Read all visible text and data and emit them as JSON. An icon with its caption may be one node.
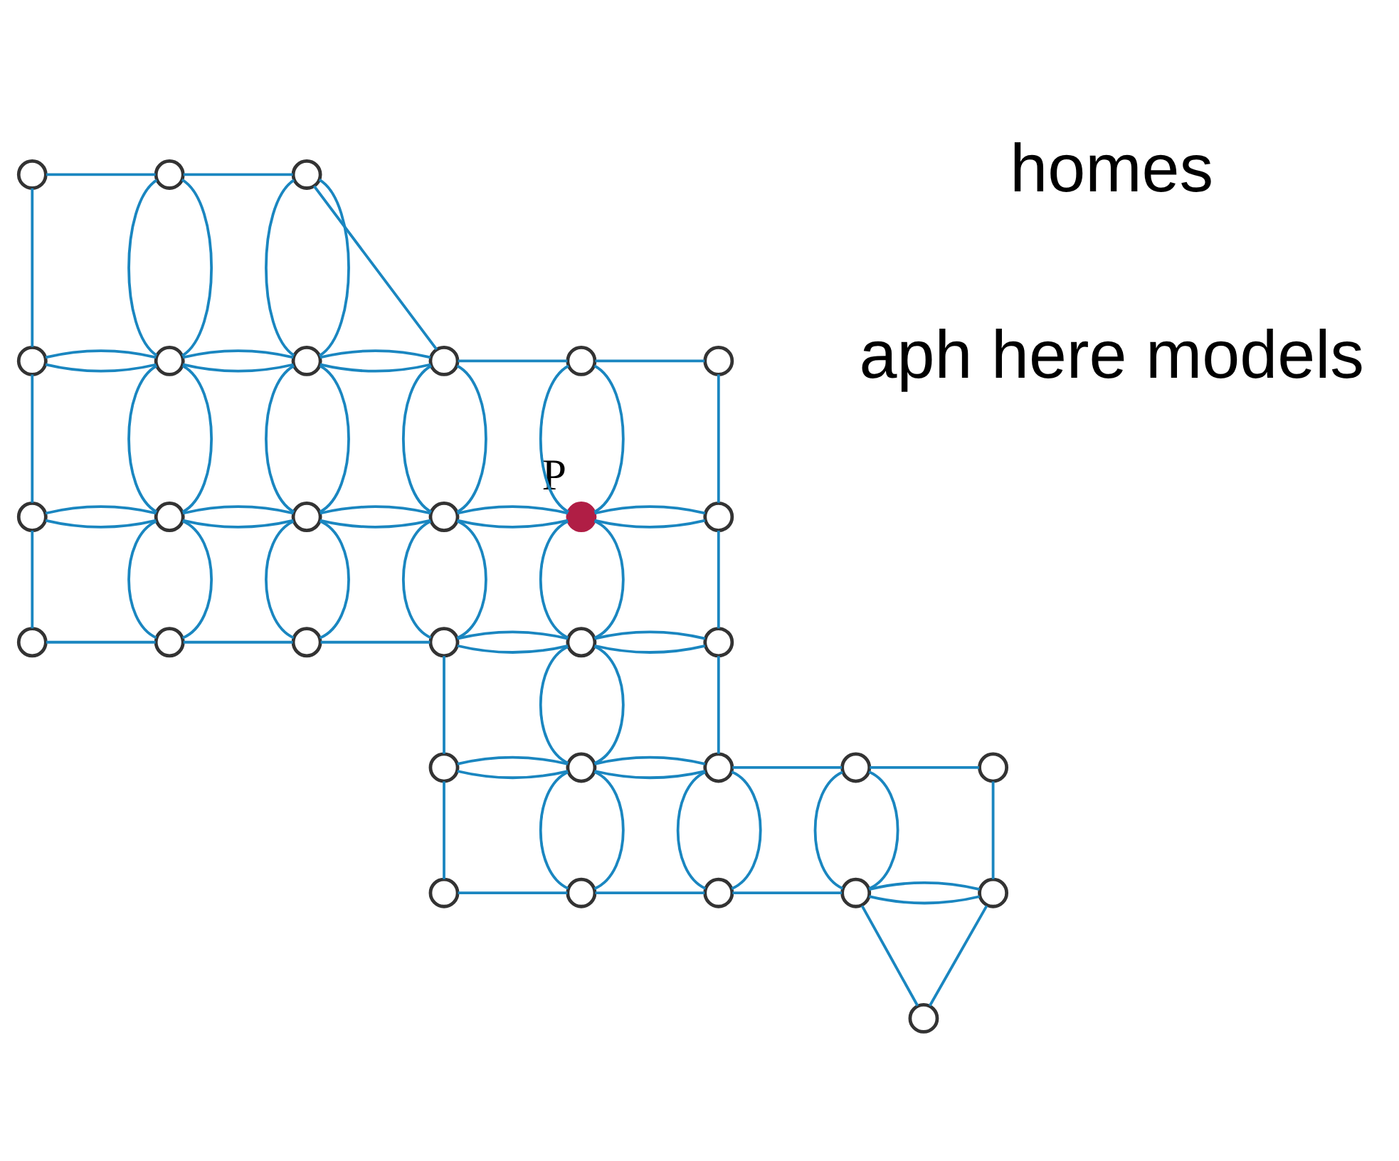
{
  "diagram": {
    "nodes": [
      {
        "text": [],
        "shape": "circle"
      },
      {
        "text": [],
        "shape": "circle"
      },
      {
        "text": [],
        "shape": "circle"
      },
      {
        "text": [],
        "shape": "circle"
      },
      {
        "text": [],
        "shape": "circle"
      },
      {
        "text": [],
        "shape": "circle"
      },
      {
        "text": [],
        "shape": "circle"
      },
      {
        "text": [],
        "shape": "circle"
      },
      {
        "text": [],
        "shape": "circle"
      },
      {
        "text": [],
        "shape": "circle"
      },
      {
        "text": [],
        "shape": "circle"
      },
      {
        "text": [],
        "shape": "circle"
      },
      {
        "text": [],
        "shape": "circle"
      },
      {
        "text": [],
        "shape": "circle",
        "beside": [
          "P"
        ]
      },
      {
        "text": [],
        "shape": "circle"
      },
      {
        "text": [],
        "shape": "circle"
      },
      {
        "text": [],
        "shape": "circle"
      },
      {
        "text": [],
        "shape": "circle"
      },
      {
        "text": [],
        "shape": "circle"
      },
      {
        "text": [],
        "shape": "circle"
      },
      {
        "text": [],
        "shape": "circle"
      },
      {
        "text": [],
        "shape": "circle"
      },
      {
        "text": [],
        "shape": "circle"
      },
      {
        "text": [],
        "shape": "circle"
      },
      {
        "text": [],
        "shape": "circle"
      },
      {
        "text": [],
        "shape": "circle"
      },
      {
        "text": [],
        "shape": "circle"
      },
      {
        "text": [],
        "shape": "circle"
      },
      {
        "text": [],
        "shape": "circle"
      },
      {
        "text": [],
        "shape": "circle"
      },
      {
        "text": [],
        "shape": "circle"
      },
      {
        "text": [],
        "shape": "circle"
      }
    ],
    "edges": [
      {
        "from": 0,
        "to": 1,
        "arrow": "none"
      },
      {
        "from": 1,
        "to": 2,
        "arrow": "none"
      },
      {
        "from": 2,
        "to": 6,
        "arrow": "none"
      },
      {
        "from": 0,
        "to": 3,
        "arrow": "none"
      },
      {
        "from": 1,
        "to": 4,
        "arrow": "none"
      },
      {
        "from": 1,
        "to": 4,
        "arrow": "none"
      },
      {
        "from": 2,
        "to": 5,
        "arrow": "none"
      },
      {
        "from": 2,
        "to": 5,
        "arrow": "none"
      },
      {
        "from": 3,
        "to": 4,
        "arrow": "none"
      },
      {
        "from": 3,
        "to": 4,
        "arrow": "none"
      },
      {
        "from": 4,
        "to": 5,
        "arrow": "none"
      },
      {
        "from": 4,
        "to": 5,
        "arrow": "none"
      },
      {
        "from": 5,
        "to": 6,
        "arrow": "none"
      },
      {
        "from": 5,
        "to": 6,
        "arrow": "none"
      },
      {
        "from": 6,
        "to": 7,
        "arrow": "none"
      },
      {
        "from": 7,
        "to": 8,
        "arrow": "none"
      },
      {
        "from": 3,
        "to": 9,
        "arrow": "none"
      },
      {
        "from": 4,
        "to": 10,
        "arrow": "none"
      },
      {
        "from": 4,
        "to": 10,
        "arrow": "none"
      },
      {
        "from": 5,
        "to": 11,
        "arrow": "none"
      },
      {
        "from": 5,
        "to": 11,
        "arrow": "none"
      },
      {
        "from": 6,
        "to": 12,
        "arrow": "none"
      },
      {
        "from": 6,
        "to": 12,
        "arrow": "none"
      },
      {
        "from": 7,
        "to": 13,
        "arrow": "none"
      },
      {
        "from": 7,
        "to": 13,
        "arrow": "none"
      },
      {
        "from": 8,
        "to": 14,
        "arrow": "none"
      },
      {
        "from": 9,
        "to": 10,
        "arrow": "none"
      },
      {
        "from": 9,
        "to": 10,
        "arrow": "none"
      },
      {
        "from": 10,
        "to": 11,
        "arrow": "none"
      },
      {
        "from": 10,
        "to": 11,
        "arrow": "none"
      },
      {
        "from": 11,
        "to": 12,
        "arrow": "none"
      },
      {
        "from": 11,
        "to": 12,
        "arrow": "none"
      },
      {
        "from": 12,
        "to": 13,
        "arrow": "none"
      },
      {
        "from": 12,
        "to": 13,
        "arrow": "none"
      },
      {
        "from": 13,
        "to": 14,
        "arrow": "none"
      },
      {
        "from": 13,
        "to": 14,
        "arrow": "none"
      },
      {
        "from": 9,
        "to": 15,
        "arrow": "none"
      },
      {
        "from": 10,
        "to": 16,
        "arrow": "none"
      },
      {
        "from": 10,
        "to": 16,
        "arrow": "none"
      },
      {
        "from": 11,
        "to": 17,
        "arrow": "none"
      },
      {
        "from": 11,
        "to": 17,
        "arrow": "none"
      },
      {
        "from": 12,
        "to": 18,
        "arrow": "none"
      },
      {
        "from": 12,
        "to": 18,
        "arrow": "none"
      },
      {
        "from": 13,
        "to": 19,
        "arrow": "none"
      },
      {
        "from": 13,
        "to": 19,
        "arrow": "none"
      },
      {
        "from": 14,
        "to": 20,
        "arrow": "none"
      },
      {
        "from": 15,
        "to": 16,
        "arrow": "none"
      },
      {
        "from": 16,
        "to": 17,
        "arrow": "none"
      },
      {
        "from": 17,
        "to": 18,
        "arrow": "none"
      },
      {
        "from": 18,
        "to": 19,
        "arrow": "none"
      },
      {
        "from": 18,
        "to": 19,
        "arrow": "none"
      },
      {
        "from": 19,
        "to": 20,
        "arrow": "none"
      },
      {
        "from": 19,
        "to": 20,
        "arrow": "none"
      },
      {
        "from": 18,
        "to": 21,
        "arrow": "none"
      },
      {
        "from": 19,
        "to": 22,
        "arrow": "none"
      },
      {
        "from": 19,
        "to": 22,
        "arrow": "none"
      },
      {
        "from": 20,
        "to": 23,
        "arrow": "none"
      },
      {
        "from": 21,
        "to": 22,
        "arrow": "none"
      },
      {
        "from": 21,
        "to": 22,
        "arrow": "none"
      },
      {
        "from": 22,
        "to": 23,
        "arrow": "none"
      },
      {
        "from": 22,
        "to": 23,
        "arrow": "none"
      },
      {
        "from": 23,
        "to": 24,
        "arrow": "none"
      },
      {
        "from": 24,
        "to": 25,
        "arrow": "none"
      },
      {
        "from": 21,
        "to": 26,
        "arrow": "none"
      },
      {
        "from": 22,
        "to": 27,
        "arrow": "none"
      },
      {
        "from": 22,
        "to": 27,
        "arrow": "none"
      },
      {
        "from": 23,
        "to": 28,
        "arrow": "none"
      },
      {
        "from": 23,
        "to": 28,
        "arrow": "none"
      },
      {
        "from": 24,
        "to": 29,
        "arrow": "none"
      },
      {
        "from": 24,
        "to": 29,
        "arrow": "none"
      },
      {
        "from": 25,
        "to": 30,
        "arrow": "none"
      },
      {
        "from": 26,
        "to": 27,
        "arrow": "none"
      },
      {
        "from": 27,
        "to": 28,
        "arrow": "none"
      },
      {
        "from": 28,
        "to": 29,
        "arrow": "none"
      },
      {
        "from": 29,
        "to": 30,
        "arrow": "none"
      },
      {
        "from": 29,
        "to": 30,
        "arrow": "none"
      },
      {
        "from": 29,
        "to": 31,
        "arrow": "none"
      },
      {
        "from": 30,
        "to": 31,
        "arrow": "none"
      }
    ],
    "labels": [
      "homes",
      "aph here models"
    ]
  }
}
